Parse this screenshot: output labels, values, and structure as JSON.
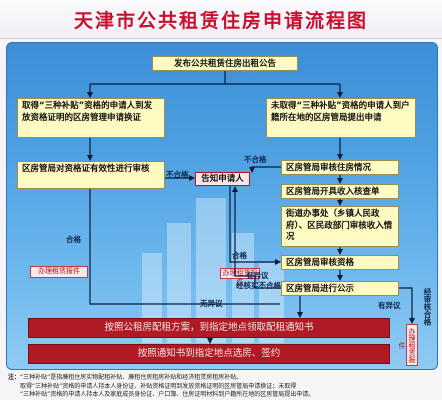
{
  "title": "天津市公共租赁住房申请流程图",
  "nodes": {
    "announce": "发布公共租赁住房出租公告",
    "left_obtained": "取得“三种补贴”资格的申请人到发放资格证明的区房管理申请换证",
    "left_verify": "区房管局对资格证有效性进行审核",
    "right_not_obtained": "未取得“三种补贴”资格的申请人到户籍所在地的区房管局提出申请",
    "check_housing": "区房管局审核住房情况",
    "income_form": "区房管局开具收入核查单",
    "street_office": "街道办事处（乡镇人民政府）、区民政部门审核收入情况",
    "audit_qual": "区房管局审核资格",
    "publicize": "区房管局进行公示",
    "notify": "告知申请人",
    "bar1": "按照公租房配租方案，到指定地点领取配租通知书",
    "bar2": "按照通知书到指定地点选房、签约"
  },
  "tags": {
    "left_proc": "办理租赁报件",
    "mid_proc": "办理租赁报件",
    "right_proc": "办理租赁报件"
  },
  "labels": {
    "unqualified1": "不合格",
    "unqualified2": "不合格",
    "qualified_left": "合格",
    "qualified_mid": "合格",
    "objection": "有异议",
    "verified_unqualified": "经核实不合格",
    "no_objection": "无异议",
    "right_objection": "有异议",
    "right_verified_qualified": "经审核合格"
  },
  "notes": {
    "label": "注：",
    "line1": "“三种补贴”是指廉租住房实物配租补贴、廉租住房租房补贴和经济租赁房租房补贴。",
    "line2": "取得“三种补贴”资格的申请人持本人身份证、补贴资格证明到发放资格证明的区房管局申请换证；未取得",
    "line3": "“三种补贴”资格的申请人持本人及家庭成员身份证、户口簿、住房证明材料到户籍所在地的区房管局提出申请。"
  },
  "colors": {
    "title": "#c8102e",
    "panel": "#3c8ed6",
    "box": "#fff9c2",
    "bar": "#b01a24"
  }
}
